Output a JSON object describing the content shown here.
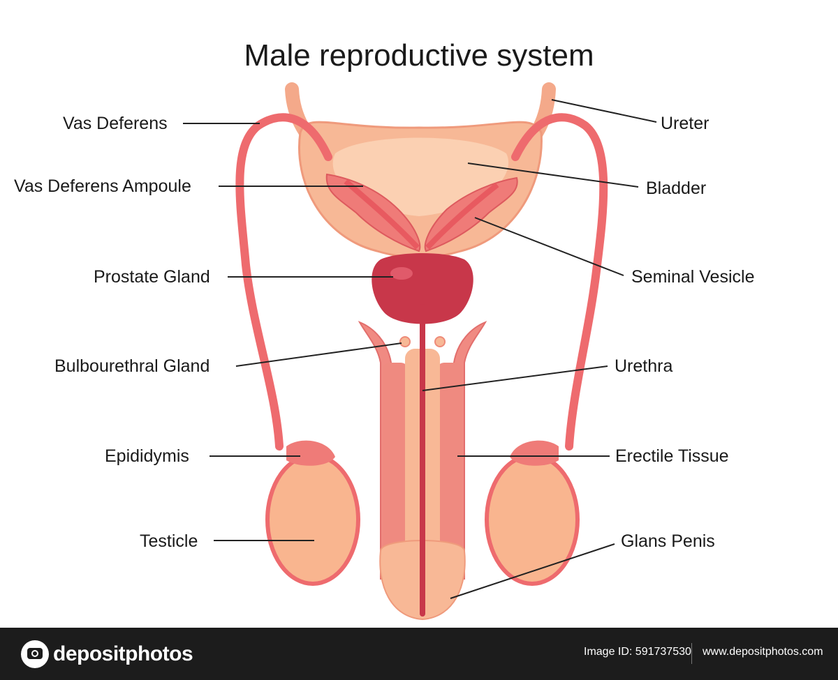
{
  "diagram": {
    "title": "Male reproductive system",
    "labels": {
      "vas_deferens": "Vas Deferens",
      "vas_deferens_ampoule": "Vas Deferens Ampoule",
      "prostate_gland": "Prostate Gland",
      "bulbourethral_gland": "Bulbourethral Gland",
      "epididymis": "Epididymis",
      "testicle": "Testicle",
      "ureter": "Ureter",
      "bladder": "Bladder",
      "seminal_vesicle": "Seminal Vesicle",
      "urethra": "Urethra",
      "erectile_tissue": "Erectile Tissue",
      "glans_penis": "Glans Penis"
    },
    "colors": {
      "duct": "#ee6b6e",
      "bladder": "#f7b896",
      "bladder_inner": "#fbd0b2",
      "vesicle": "#ef7b78",
      "prostate": "#c8374a",
      "testicle": "#f9b58f",
      "erectile": "#f08a82",
      "urethra": "#c8374a"
    }
  },
  "footer": {
    "brand": "depositphotos",
    "image_id": "Image ID: 591737530",
    "site": "www.depositphotos.com"
  }
}
